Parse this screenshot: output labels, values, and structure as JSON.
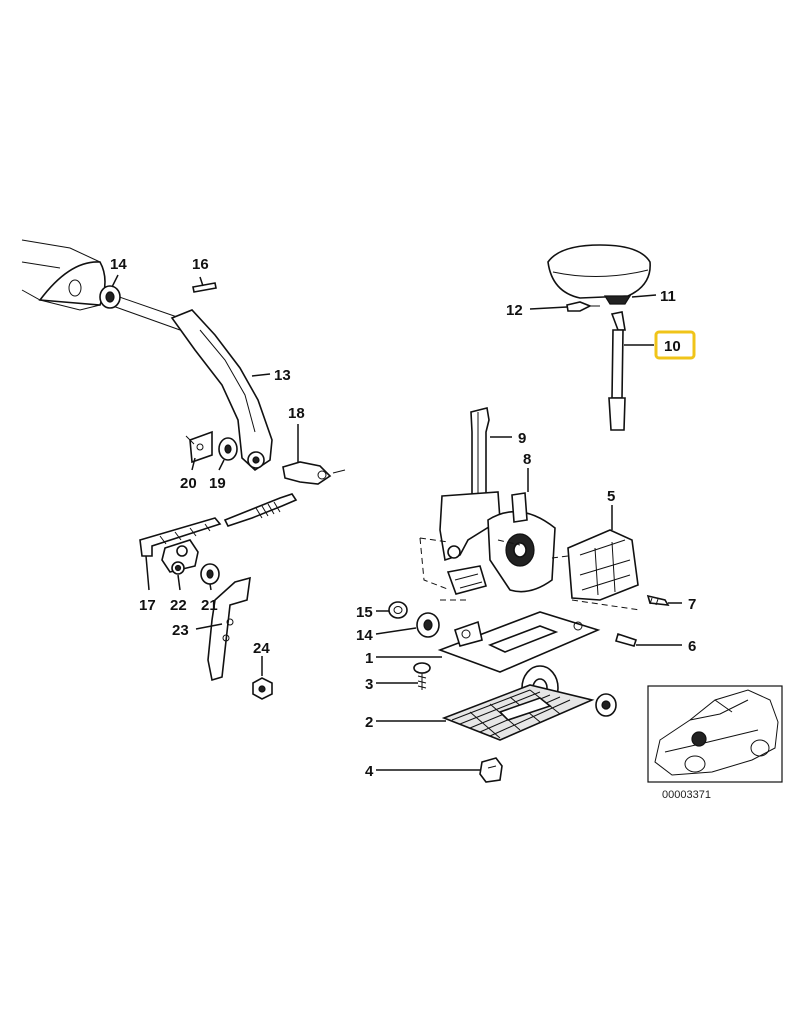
{
  "labels": {
    "p14a": "14",
    "p16": "16",
    "p13": "13",
    "p18": "18",
    "p20": "20",
    "p19": "19",
    "p17": "17",
    "p22": "22",
    "p21": "21",
    "p23": "23",
    "p24": "24",
    "p9": "9",
    "p8": "8",
    "p5": "5",
    "p7": "7",
    "p6": "6",
    "p15": "15",
    "p14b": "14",
    "p1": "1",
    "p3": "3",
    "p2": "2",
    "p4": "4",
    "p11": "11",
    "p12": "12",
    "p10": "10"
  },
  "highlighted_part": "10",
  "highlight_color": "#f0c419",
  "diagram_code": "00003371"
}
